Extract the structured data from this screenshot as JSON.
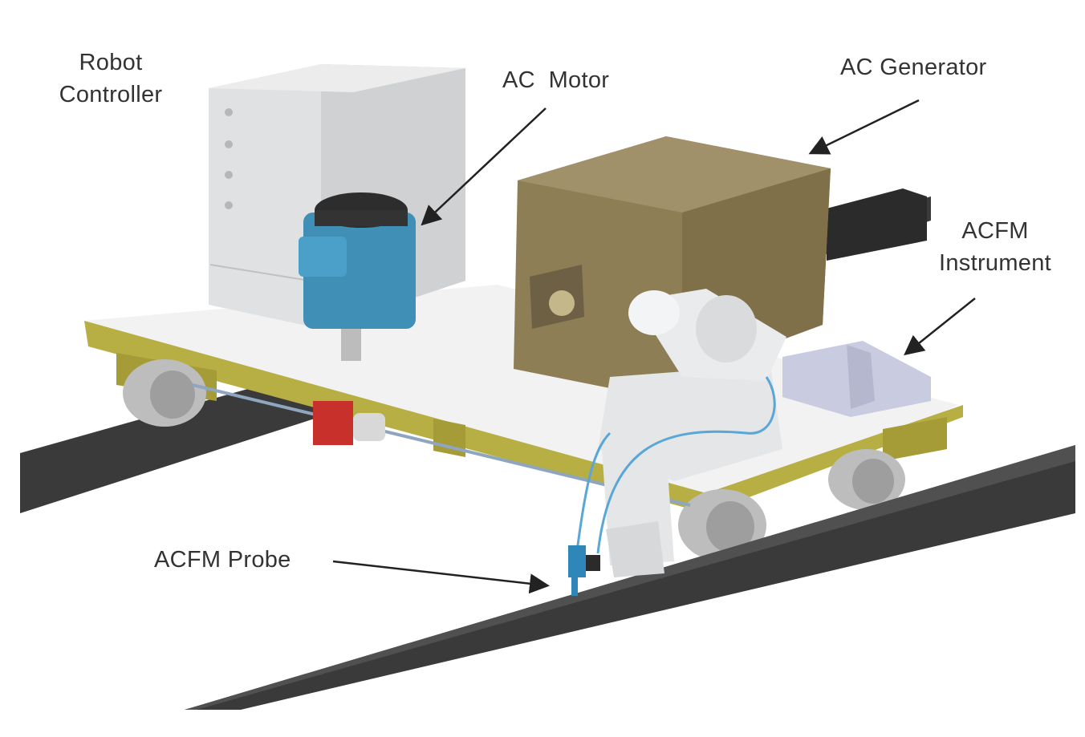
{
  "labels": {
    "robot_controller": [
      "Robot",
      "Controller"
    ],
    "ac_motor": "AC  Motor",
    "ac_generator": "AC Generator",
    "acfm_instrument": [
      "ACFM",
      "Instrument"
    ],
    "acfm_probe": "ACFM Probe"
  },
  "colors": {
    "rail": "#3a3a3a",
    "frame": "#b7ae44",
    "generator": "#8e7e55",
    "motor": "#3f8fb6",
    "controller": "#d9dbdc",
    "robot": "#e4e6e8",
    "instrument": "#c9cbe0",
    "coupling": "#c8302b",
    "arrow": "#222222"
  }
}
